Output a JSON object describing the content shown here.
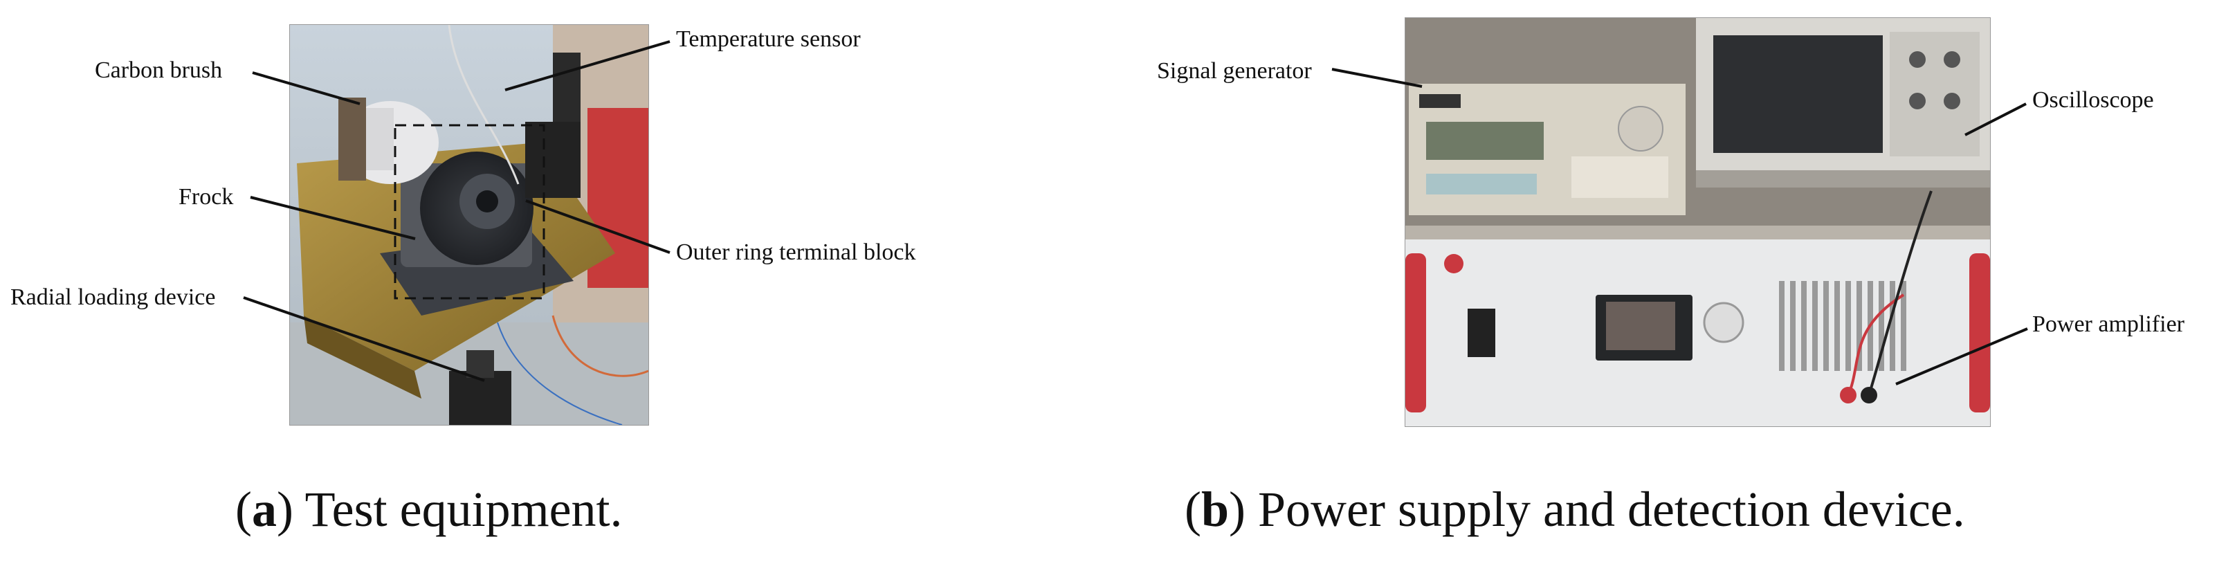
{
  "panel_a": {
    "callouts": {
      "carbon_brush": "Carbon brush",
      "temperature_sensor": "Temperature sensor",
      "frock": "Frock",
      "outer_ring_terminal_block": "Outer ring terminal block",
      "radial_loading_device": "Radial loading device"
    },
    "caption": {
      "letter": "a",
      "text": "Test equipment."
    }
  },
  "panel_b": {
    "callouts": {
      "signal_generator": "Signal generator",
      "oscilloscope": "Oscilloscope",
      "power_amplifier": "Power amplifier"
    },
    "caption": {
      "letter": "b",
      "text": "Power supply and detection device."
    }
  }
}
